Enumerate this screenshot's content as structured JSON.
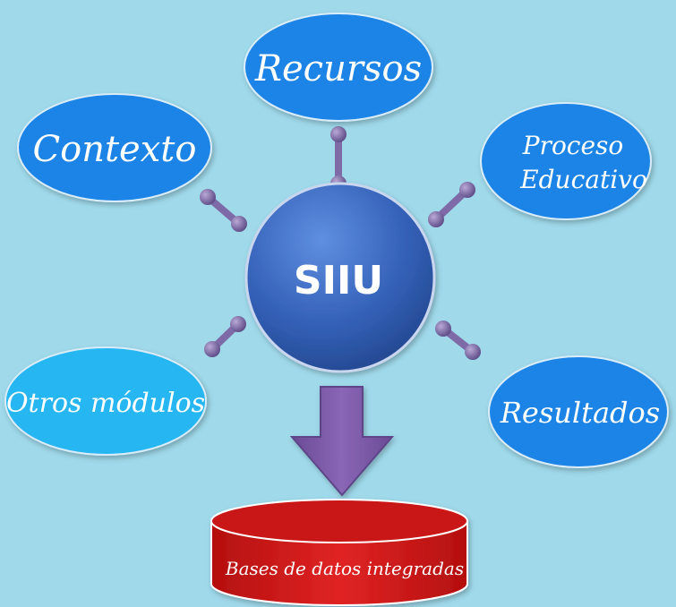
{
  "hub": {
    "label": "SIIU"
  },
  "modules": [
    {
      "id": "recursos",
      "label": "Recursos"
    },
    {
      "id": "contexto",
      "label": "Contexto"
    },
    {
      "id": "proceso-educativo",
      "label_line1": "Proceso",
      "label_line2": "Educativo"
    },
    {
      "id": "otros-modulos",
      "label": "Otros módulos"
    },
    {
      "id": "resultados",
      "label": "Resultados"
    }
  ],
  "database": {
    "label": "Bases de datos integradas"
  },
  "colors": {
    "background": "#9fd9ea",
    "module_fill": "#1a84e6",
    "module_fill_light": "#25b6f2",
    "hub_fill": "#3b6fc4",
    "connector": "#7d6aa7",
    "arrow": "#7e5aa6",
    "database": "#d41a1a"
  }
}
